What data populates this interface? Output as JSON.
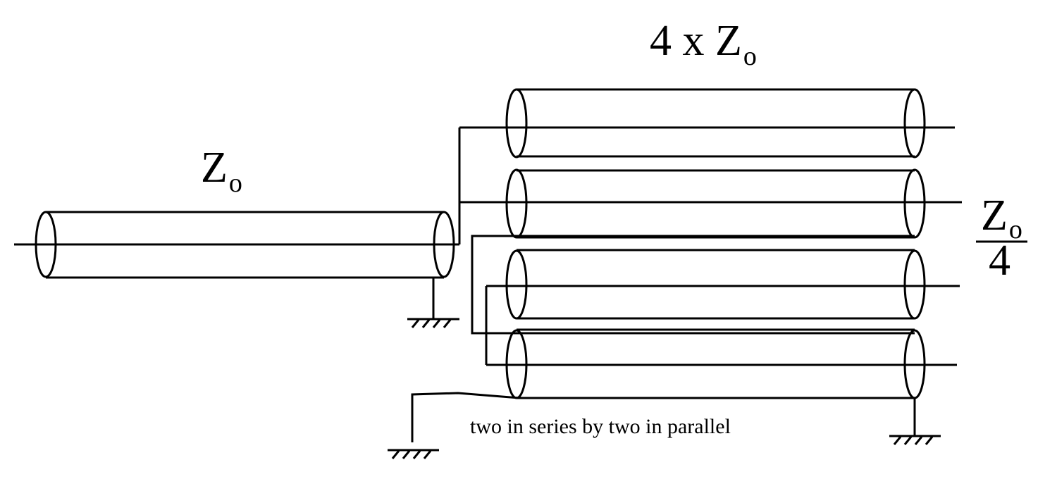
{
  "labels": {
    "input_z": "Z",
    "input_sub": "o",
    "bundle_prefix": "4 x ",
    "bundle_z": "Z",
    "bundle_sub": "o",
    "output_z": "Z",
    "output_sub": "o",
    "output_den": "4",
    "caption": "two in series by two in parallel"
  },
  "colors": {
    "line": "#000000",
    "background": "#ffffff"
  }
}
